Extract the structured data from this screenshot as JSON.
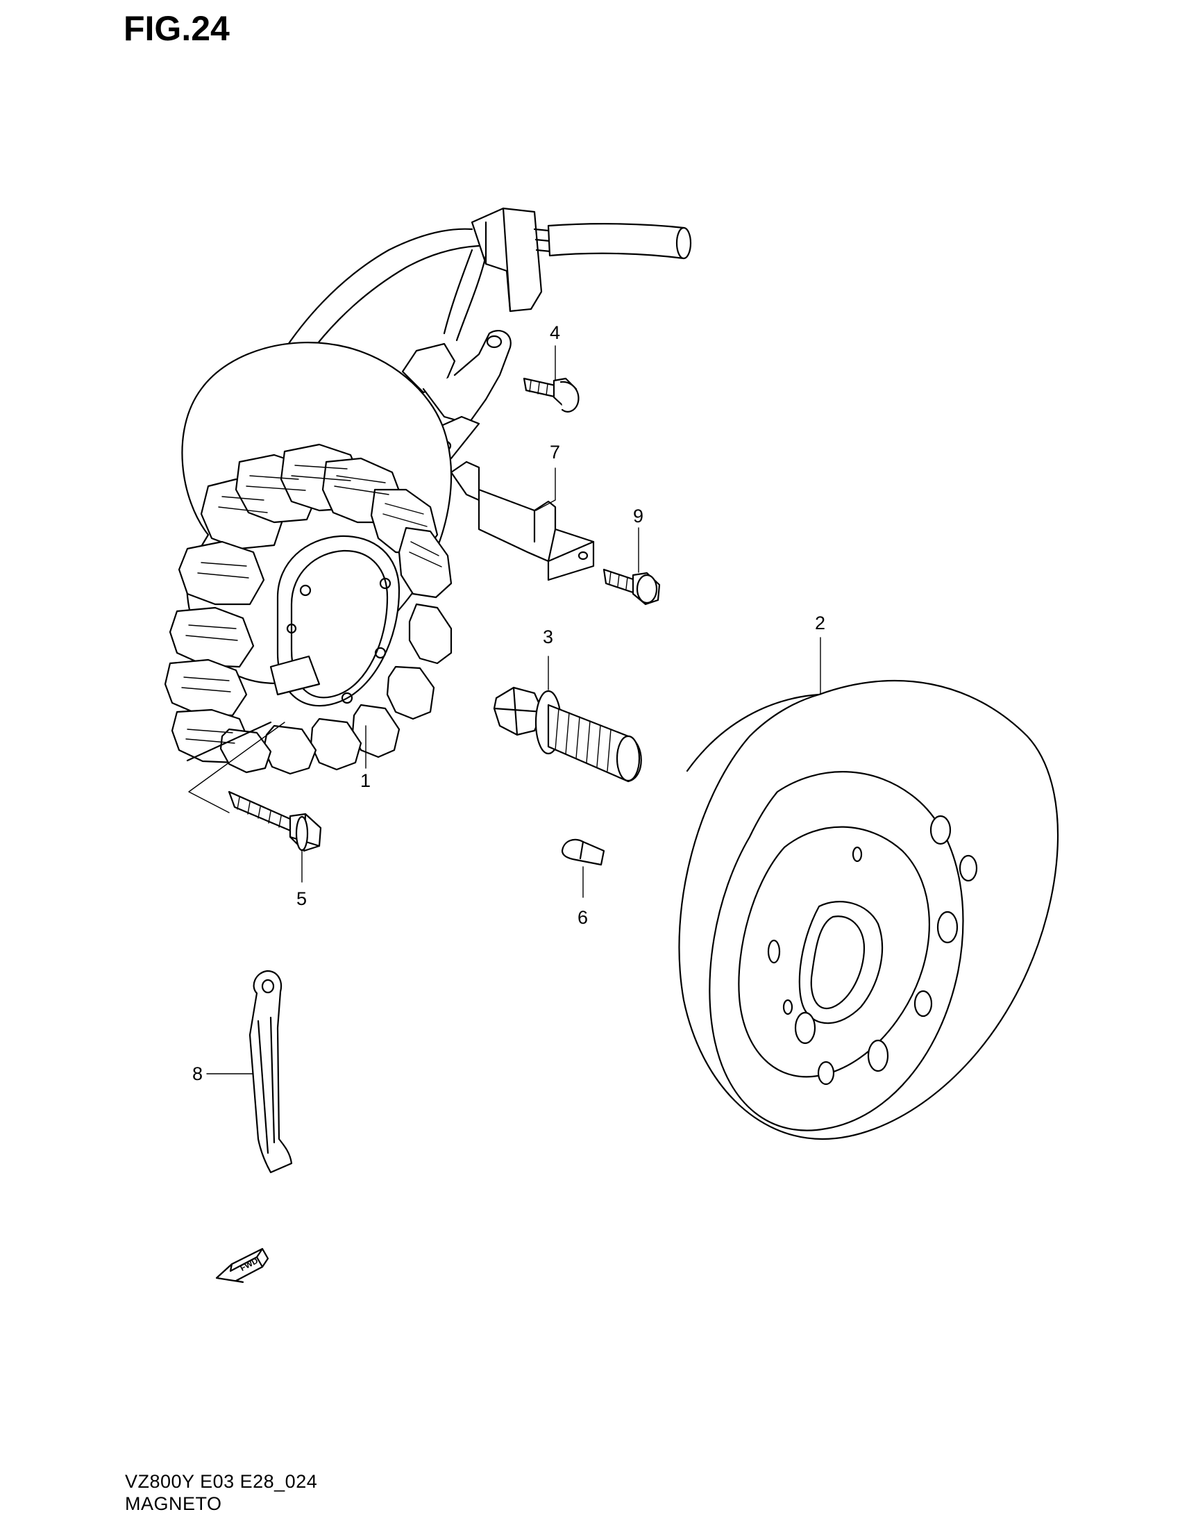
{
  "figure": {
    "title": "FIG.24",
    "model_code": "VZ800Y E03 E28_024",
    "name": "MAGNETO",
    "direction_badge": "FWD",
    "direction_icon": "forward-arrow-icon"
  },
  "callouts": [
    {
      "id": 1,
      "label": "1",
      "part": "stator-coil"
    },
    {
      "id": 2,
      "label": "2",
      "part": "rotor-flywheel"
    },
    {
      "id": 3,
      "label": "3",
      "part": "rotor-bolt"
    },
    {
      "id": 4,
      "label": "4",
      "part": "lead-wire-clamp-bolt"
    },
    {
      "id": 5,
      "label": "5",
      "part": "stator-bolt"
    },
    {
      "id": 6,
      "label": "6",
      "part": "woodruff-key"
    },
    {
      "id": 7,
      "label": "7",
      "part": "lead-wire-guide"
    },
    {
      "id": 8,
      "label": "8",
      "part": "wire-band"
    },
    {
      "id": 9,
      "label": "9",
      "part": "guide-bolt"
    }
  ]
}
